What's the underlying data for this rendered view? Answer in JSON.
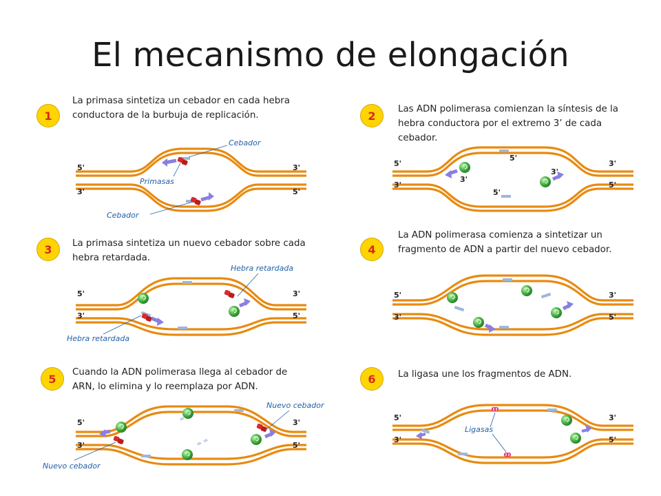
{
  "title": "El mecanismo de elongación",
  "colors": {
    "strand": "#e88a10",
    "primer": "#9fb6d9",
    "polymerase": "#3da33d",
    "primase": "#d92a2a",
    "ligase": "#e0387a",
    "arrow": "#8a7fe0",
    "badge": "#ffd400",
    "label": "#1f5fa8"
  },
  "steps": [
    {
      "number": "1",
      "text": "La primasa sintetiza un cebador en cada hebra conductora de la burbuja de replicación."
    },
    {
      "number": "2",
      "text": "Las ADN polimerasa comienzan la síntesis de la hebra conductora  por el extremo 3’ de cada cebador."
    },
    {
      "number": "3",
      "text": "La primasa sintetiza un nuevo cebador sobre cada hebra retardada."
    },
    {
      "number": "4",
      "text": "La ADN polimerasa comienza a sintetizar un fragmento de ADN a partir del nuevo cebador."
    },
    {
      "number": "5",
      "text": "Cuando la ADN polimerasa llega al cebador de ARN, lo elimina y lo reemplaza por ADN."
    },
    {
      "number": "6",
      "text": "La ligasa une los fragmentos de ADN."
    }
  ],
  "labels": {
    "cebador": "Cebador",
    "primasas": "Primasas",
    "hebra_retardada": "Hebra retardada",
    "nuevo_cebador": "Nuevo cebador",
    "ligasas": "Ligasas"
  },
  "ends": {
    "five": "5'",
    "three": "3'"
  }
}
